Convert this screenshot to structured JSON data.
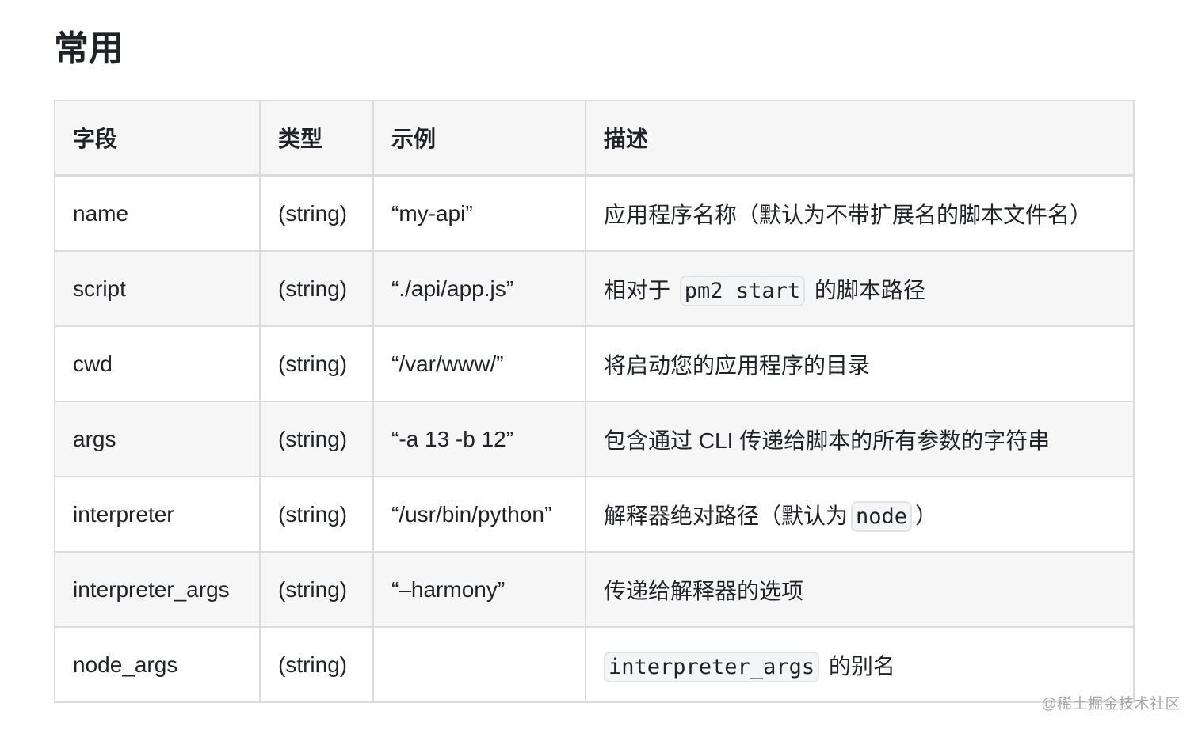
{
  "section": {
    "title": "常用"
  },
  "table": {
    "headers": [
      "字段",
      "类型",
      "示例",
      "描述"
    ],
    "rows": [
      {
        "field": "name",
        "type": "(string)",
        "example": "“my-api”",
        "desc_pre": "应用程序名称（默认为不带扩展名的脚本文件名）",
        "desc_code": "",
        "desc_post": ""
      },
      {
        "field": "script",
        "type": "(string)",
        "example": "“./api/app.js”",
        "desc_pre": "相对于",
        "desc_code": "pm2 start",
        "desc_post": "的脚本路径"
      },
      {
        "field": "cwd",
        "type": "(string)",
        "example": "“/var/www/”",
        "desc_pre": "将启动您的应用程序的目录",
        "desc_code": "",
        "desc_post": ""
      },
      {
        "field": "args",
        "type": "(string)",
        "example": "“-a 13 -b 12”",
        "desc_pre": "包含通过 CLI 传递给脚本的所有参数的字符串",
        "desc_code": "",
        "desc_post": ""
      },
      {
        "field": "interpreter",
        "type": "(string)",
        "example": "“/usr/bin/python”",
        "desc_pre": "解释器绝对路径（默认为",
        "desc_code": "node",
        "desc_post": "）"
      },
      {
        "field": "interpreter_args",
        "type": "(string)",
        "example": "“–harmony”",
        "desc_pre": "传递给解释器的选项",
        "desc_code": "",
        "desc_post": ""
      },
      {
        "field": "node_args",
        "type": "(string)",
        "example": "",
        "desc_pre": "",
        "desc_code": "interpreter_args",
        "desc_post": "的别名"
      }
    ]
  },
  "watermark": "@稀土掘金技术社区",
  "colors": {
    "header_bg": "#f6f6f6",
    "alt_row_bg": "#f6f6f6",
    "border": "#dcdcdc",
    "text": "#1f2328"
  }
}
